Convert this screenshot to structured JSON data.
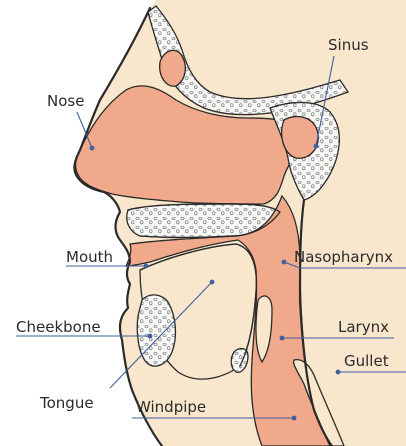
{
  "colors": {
    "tissue": "#f1a98b",
    "skin": "#f8e7cd",
    "bone": "#f7f7f5",
    "bone_texture": "#8a8a8a",
    "outline": "#2a2a2a",
    "leader": "#3f5f9e"
  },
  "labels": {
    "nose": "Nose",
    "sinus": "Sinus",
    "mouth": "Mouth",
    "nasopharynx": "Nasopharynx",
    "cheekbone": "Cheekbone",
    "larynx": "Larynx",
    "gullet": "Gullet",
    "tongue": "Tongue",
    "windpipe": "Windpipe"
  }
}
